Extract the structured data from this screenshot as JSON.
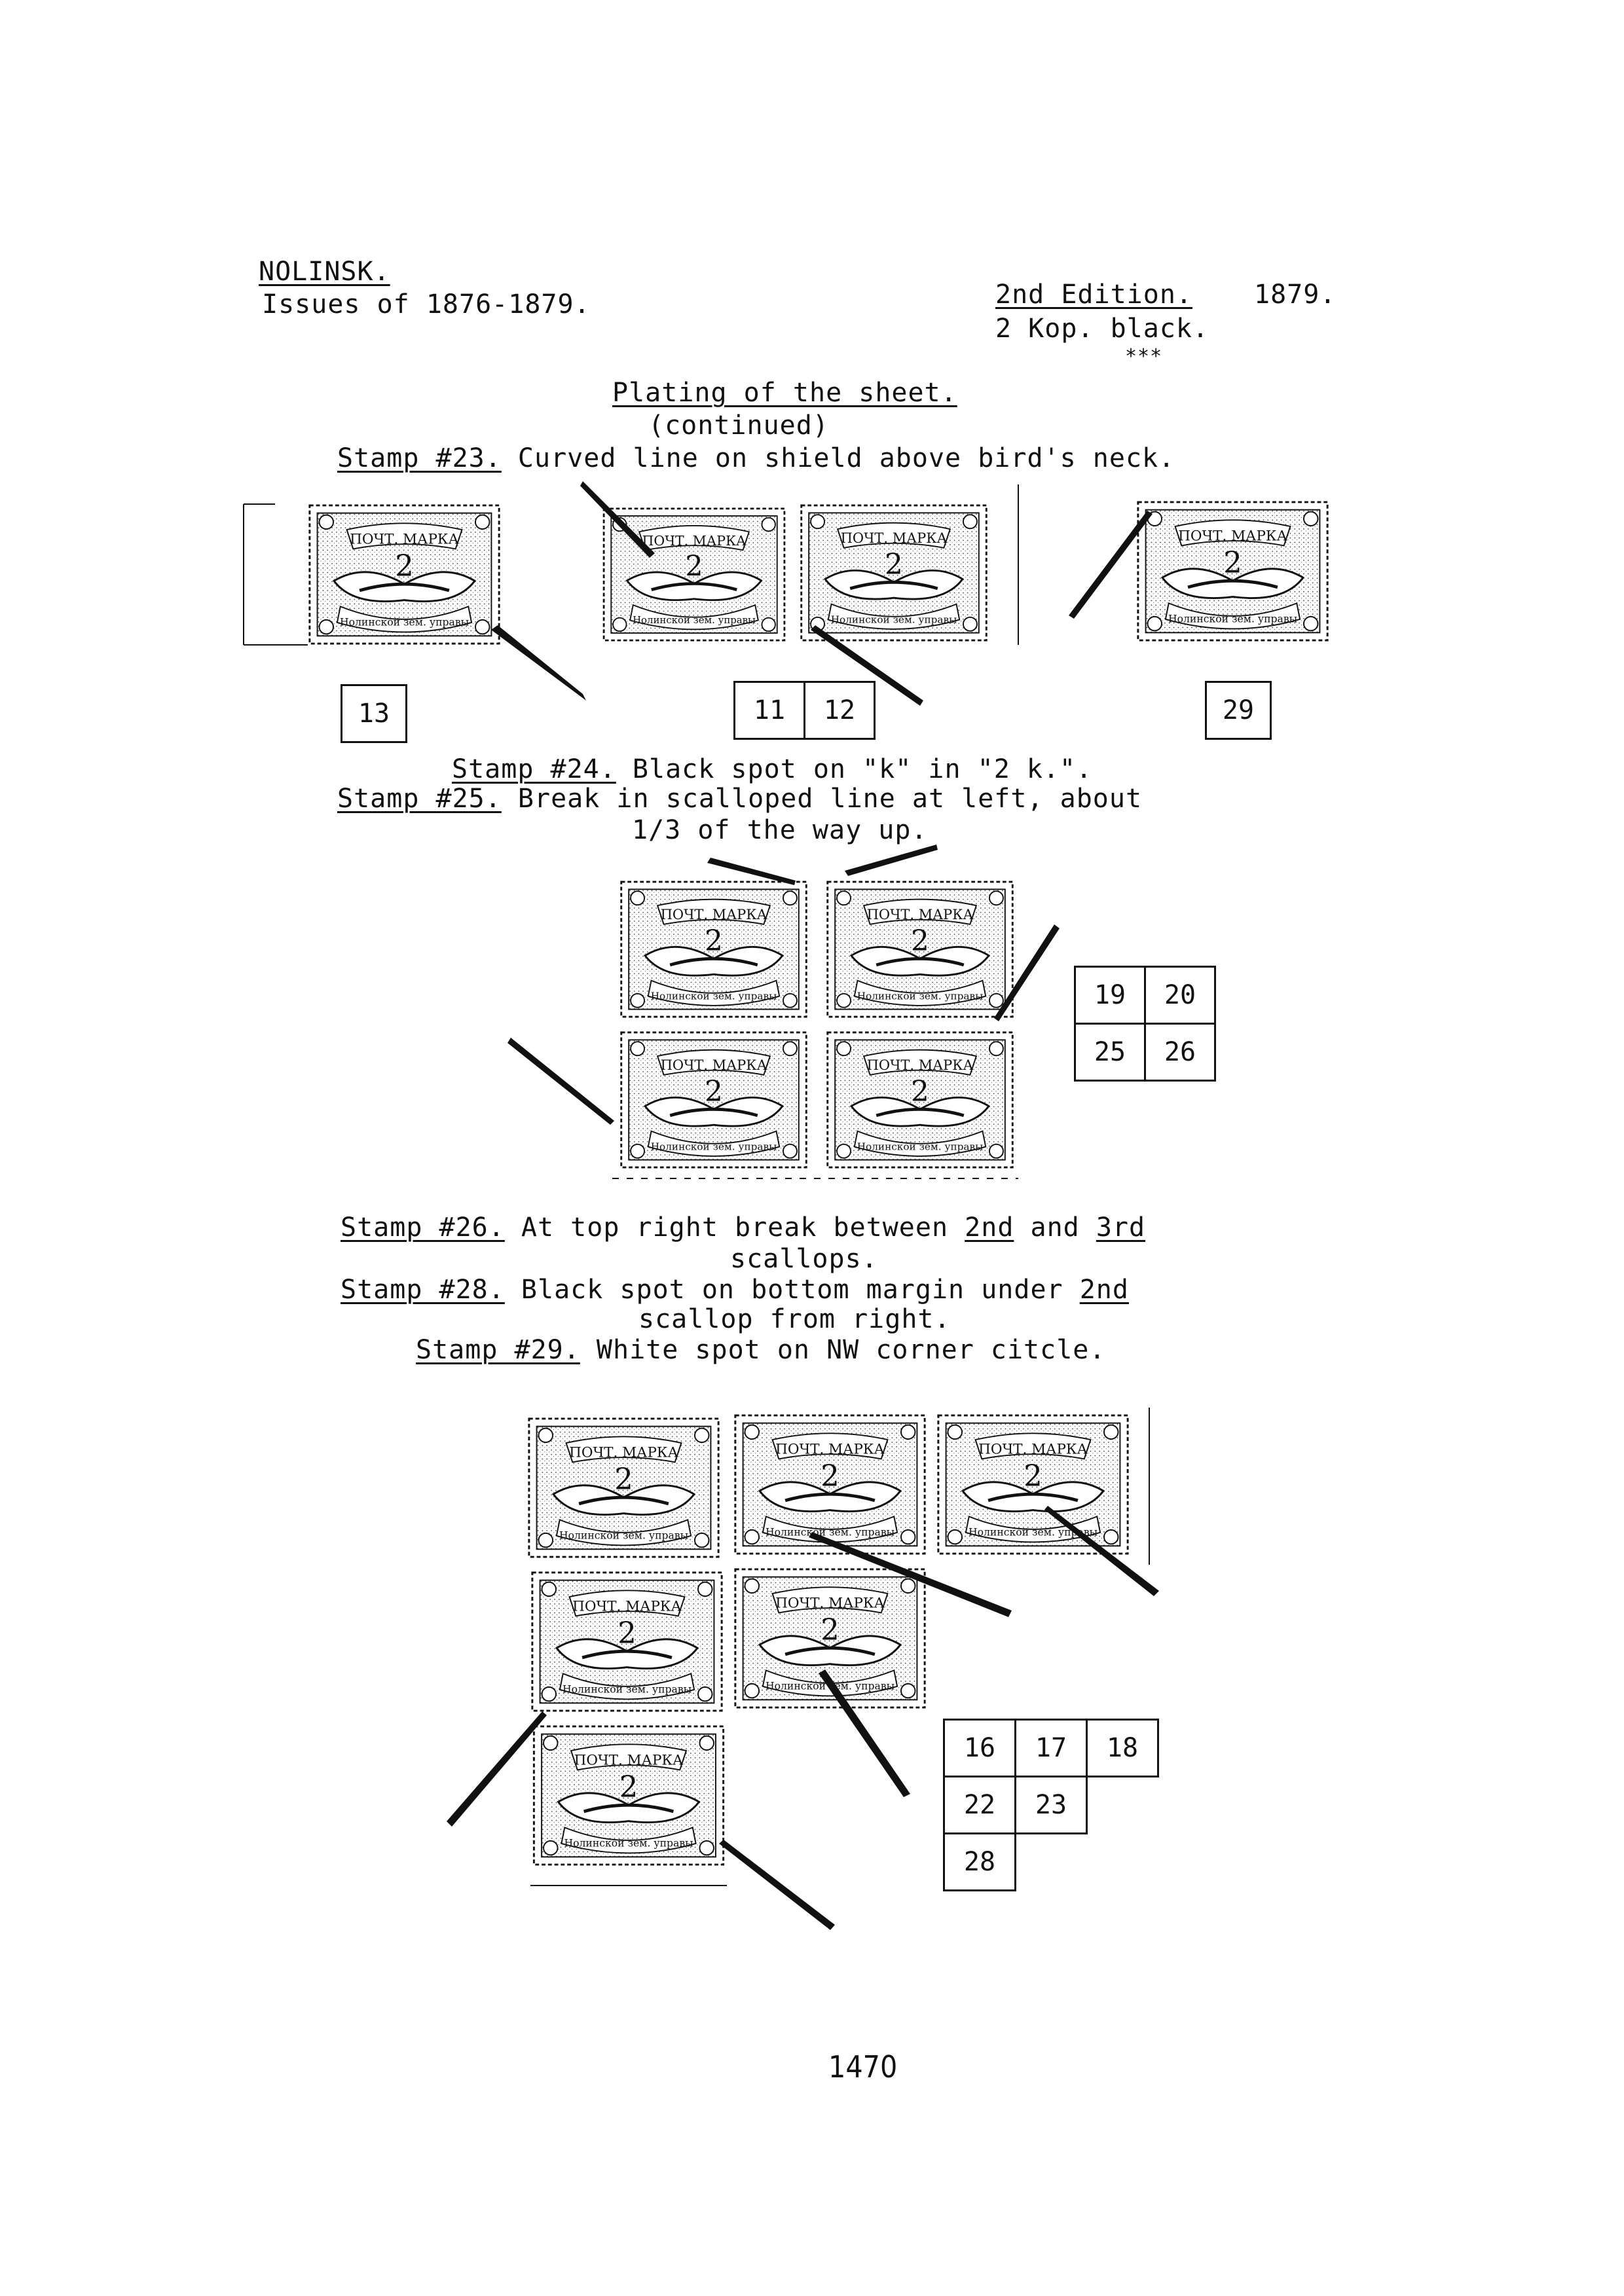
{
  "header": {
    "title": "NOLINSK.",
    "issues": "Issues of 1876-1879.",
    "edition": "2nd Edition.",
    "year": "1879.",
    "value": "2 Kop. black.",
    "stars": "***"
  },
  "section": {
    "title": "Plating of the sheet.",
    "subtitle": "(continued)"
  },
  "notes": [
    {
      "label": "Stamp #23.",
      "text": "Curved line on shield above bird's neck."
    },
    {
      "label": "Stamp #24.",
      "text": "Black spot on \"k\" in \"2 k.\"."
    },
    {
      "label": "Stamp #25.",
      "text": "Break in scalloped line  at left,  about",
      "cont": "1/3 of the  way up."
    },
    {
      "label": "Stamp #26.",
      "text": "At top right  break between",
      "ord1": "2nd",
      "mid": " and ",
      "ord2": "3rd",
      "cont": "scallops."
    },
    {
      "label": "Stamp #28.",
      "text": "Black  spot on bottom  margin under ",
      "ord": "2nd",
      "cont": "scallop from right."
    },
    {
      "label": "Stamp #29.",
      "text": "White spot on  NW corner citcle."
    }
  ],
  "position_boxes": {
    "group1": [
      "13"
    ],
    "group2": [
      "11",
      "12"
    ],
    "group3": [
      "29"
    ],
    "group4": [
      "19",
      "20",
      "25",
      "26"
    ],
    "group5": [
      "16",
      "17",
      "18",
      "22",
      "23",
      "28"
    ]
  },
  "stamp_text": {
    "top": "ПОЧТ. МАРКА",
    "value": "2",
    "bottom": "Нолинской зем. управы"
  },
  "page_number": "1470"
}
